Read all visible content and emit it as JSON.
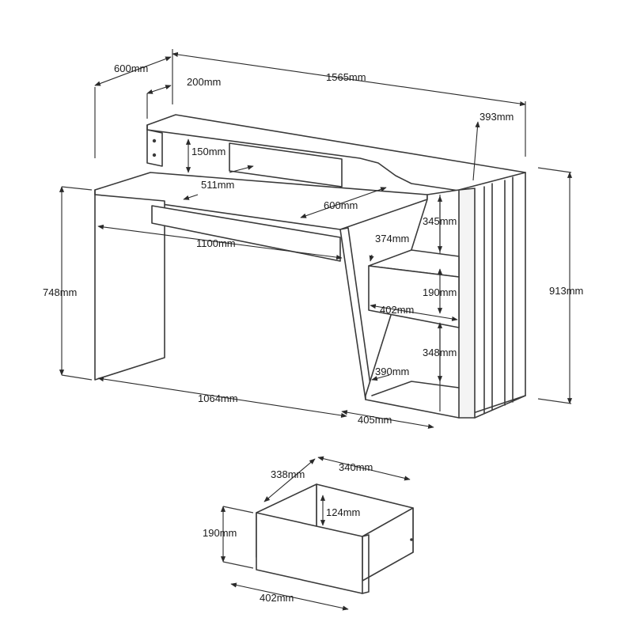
{
  "dimensions": {
    "overall_width": "1565mm",
    "overall_depth": "600mm",
    "shelf_depth": "200mm",
    "tower_depth": "393mm",
    "shelf_height": "150mm",
    "shelf_board_width": "511mm",
    "desk_depth": "600mm",
    "desk_width": "1100mm",
    "desk_height": "748mm",
    "total_height": "913mm",
    "upper_compartment_height": "345mm",
    "upper_compartment_depth": "374mm",
    "drawer_front_height": "190mm",
    "drawer_front_width": "402mm",
    "lower_compartment_height": "348mm",
    "lower_compartment_depth": "390mm",
    "base_length": "1064mm",
    "tower_width": "405mm"
  },
  "drawer": {
    "width_inner": "338mm",
    "depth": "340mm",
    "inner_height": "124mm",
    "front_height": "190mm",
    "front_width": "402mm"
  }
}
